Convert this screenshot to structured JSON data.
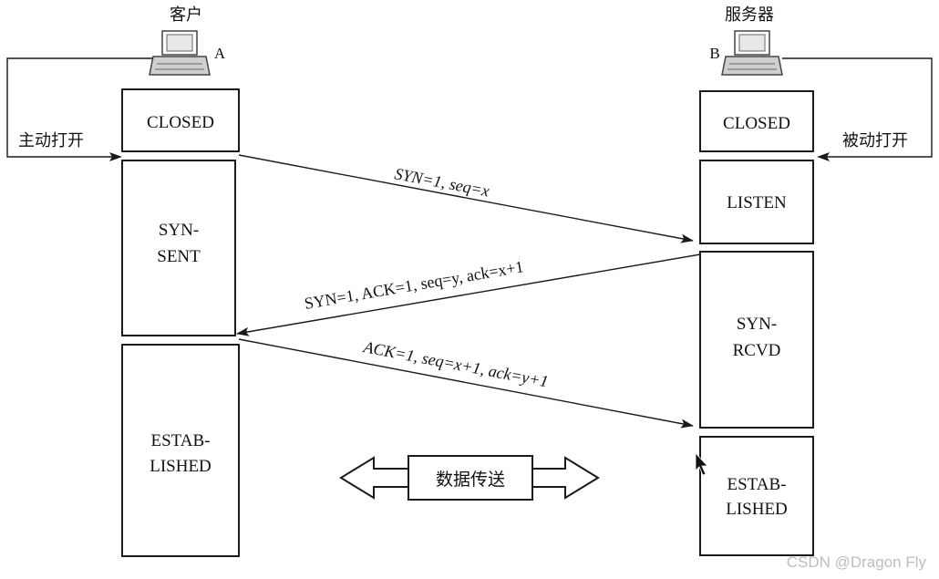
{
  "client": {
    "title": "客户",
    "label": "A",
    "active_open": "主动打开"
  },
  "server": {
    "title": "服务器",
    "label": "B",
    "passive_open": "被动打开"
  },
  "client_states": {
    "closed": "CLOSED",
    "syn_sent_1": "SYN-",
    "syn_sent_2": "SENT",
    "established_1": "ESTAB-",
    "established_2": "LISHED"
  },
  "server_states": {
    "closed": "CLOSED",
    "listen": "LISTEN",
    "syn_rcvd_1": "SYN-",
    "syn_rcvd_2": "RCVD",
    "established_1": "ESTAB-",
    "established_2": "LISHED"
  },
  "messages": {
    "syn": "SYN=1, seq=x",
    "syn_ack": "SYN=1, ACK=1, seq=y, ack=x+1",
    "ack": "ACK=1, seq=x+1, ack=y+1"
  },
  "data_transfer": "数据传送",
  "watermark": "CSDN @Dragon Fly"
}
